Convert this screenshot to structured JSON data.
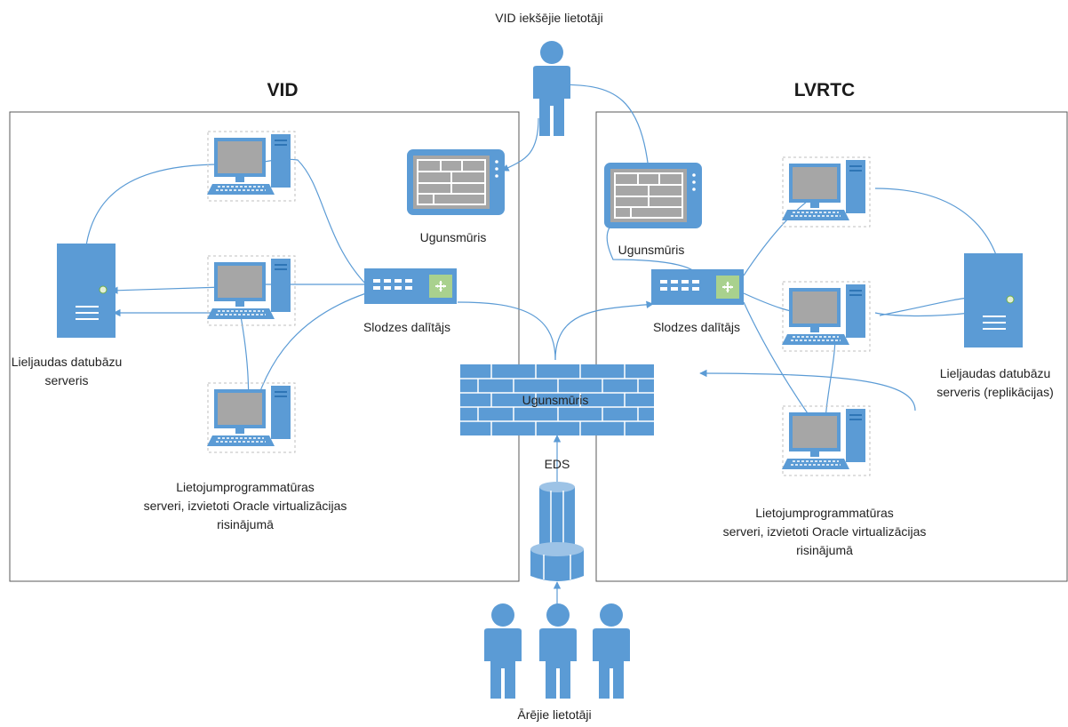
{
  "zones": {
    "vid_title": "VID",
    "lvrtc_title": "LVRTC"
  },
  "labels": {
    "internal_users": "VID iekšējie lietotāji",
    "external_users": "Ārējie lietotāji",
    "vid_firewall": "Ugunsmūris",
    "lvrtc_firewall": "Ugunsmūris",
    "central_firewall": "Ugunsmūris",
    "vid_balancer": "Slodzes dalītājs",
    "lvrtc_balancer": "Slodzes dalītājs",
    "eds": "EDS",
    "vid_db_server": [
      "Lieljaudas datubāzu",
      "serveris"
    ],
    "lvrtc_db_server": [
      "Lieljaudas datubāzu",
      "serveris (replikācijas)"
    ],
    "vid_app_servers": [
      "Lietojumprogrammatūras",
      "serveri, izvietoti Oracle virtualizācijas",
      "risinājumā"
    ],
    "lvrtc_app_servers": [
      "Lietojumprogrammatūras",
      "serveri, izvietoti Oracle virtualizācijas",
      "risinājumā"
    ]
  },
  "colors": {
    "icon_blue": "#5b9bd5",
    "icon_dark": "#2e75b6",
    "screen_gray": "#a6a6a6",
    "router_green": "#a9d18e",
    "frame": "#595959"
  }
}
